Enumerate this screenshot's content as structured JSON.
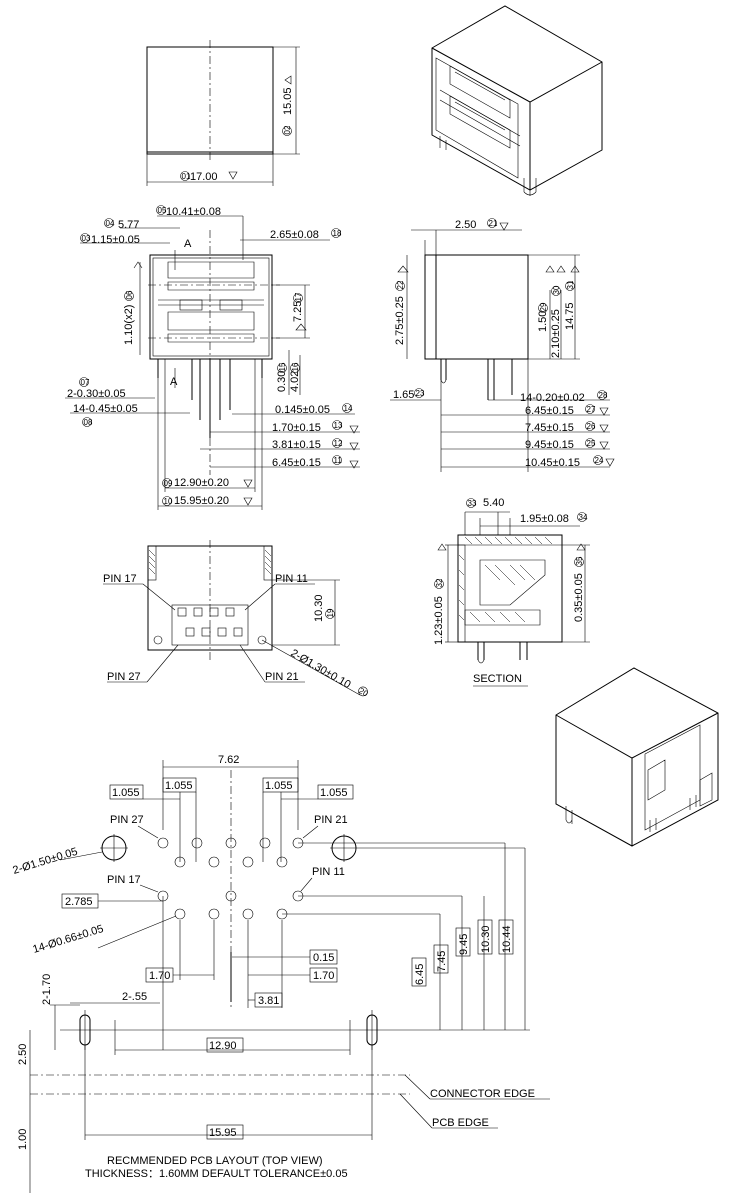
{
  "top_view": {
    "height": "15.05",
    "height_ref": "02",
    "width": "17.00",
    "width_ref": "01"
  },
  "front_view": {
    "d05": "10.41±0.08",
    "d05_ref": "05",
    "d04": "5.77",
    "d04_ref": "04",
    "d03": "1.15±0.05",
    "d03_ref": "03",
    "d18": "2.65±0.08",
    "d18_ref": "18",
    "d06": "1.10(x2)",
    "d06_ref": "06",
    "d17": "7.25",
    "d17_ref": "17",
    "d15": "0.30",
    "d15_ref": "15",
    "d16": "4.02",
    "d16_ref": "16",
    "d07": "2-0.30±0.05",
    "d07_ref": "07",
    "d08": "14-0.45±0.05",
    "d08_ref": "08",
    "d14": "0.145±0.05",
    "d14_ref": "14",
    "d13": "1.70±0.15",
    "d13_ref": "13",
    "d12": "3.81±0.15",
    "d12_ref": "12",
    "d11": "6.45±0.15",
    "d11_ref": "11",
    "d09": "12.90±0.20",
    "d09_ref": "09",
    "d10": "15.95±0.20",
    "d10_ref": "10",
    "section_mark": "A"
  },
  "side_view": {
    "d21": "2.50",
    "d21_ref": "21",
    "d22": "2.75±0.25",
    "d22_ref": "22",
    "d29": "1.50",
    "d29_ref": "29",
    "d30": "2.10±0.25",
    "d30_ref": "30",
    "d31": "14.75",
    "d31_ref": "31",
    "d23": "1.65",
    "d23_ref": "23",
    "d28": "14-0.20±0.02",
    "d28_ref": "28",
    "d27": "6.45±0.15",
    "d27_ref": "27",
    "d26": "7.45±0.15",
    "d26_ref": "26",
    "d25": "9.45±0.15",
    "d25_ref": "25",
    "d24": "10.45±0.15",
    "d24_ref": "24"
  },
  "bottom_view": {
    "pin17": "PIN 17",
    "pin11": "PIN 11",
    "pin27": "PIN 27",
    "pin21": "PIN 21",
    "d19": "10.30",
    "d19_ref": "19",
    "d20": "2-Ø1.30±0.10",
    "d20_ref": "20"
  },
  "section_view": {
    "d33": "5.40",
    "d33_ref": "33",
    "d34": "1.95±0.08",
    "d34_ref": "34",
    "d32": "1.23±0.05",
    "d32_ref": "32",
    "d35": "0.35±0.05",
    "d35_ref": "35",
    "label": "SECTION"
  },
  "pcb_layout": {
    "d762": "7.62",
    "d1055": "1.055",
    "pin27": "PIN 27",
    "pin21": "PIN 21",
    "pin17": "PIN 17",
    "pin11": "PIN 11",
    "hole_big": "2-Ø1.50±0.05",
    "d2785": "2.785",
    "hole_small": "14-Ø0.66±0.05",
    "d015": "0.15",
    "d170": "1.70",
    "d381": "3.81",
    "d645": "6.45",
    "d745": "7.45",
    "d945": "9.45",
    "d1030": "10.30",
    "d1044": "10.44",
    "d2_170": "2-1.70",
    "d2_55": "2-.55",
    "d1290": "12.90",
    "d250": "2.50",
    "d1595": "15.95",
    "d100": "1.00",
    "connector_edge": "CONNECTOR EDGE",
    "pcb_edge": "PCB EDGE",
    "caption1": "RECMMENDED PCB LAYOUT (TOP VIEW)",
    "caption2": "THICKNESS：1.60MM DEFAULT TOLERANCE±0.05"
  }
}
